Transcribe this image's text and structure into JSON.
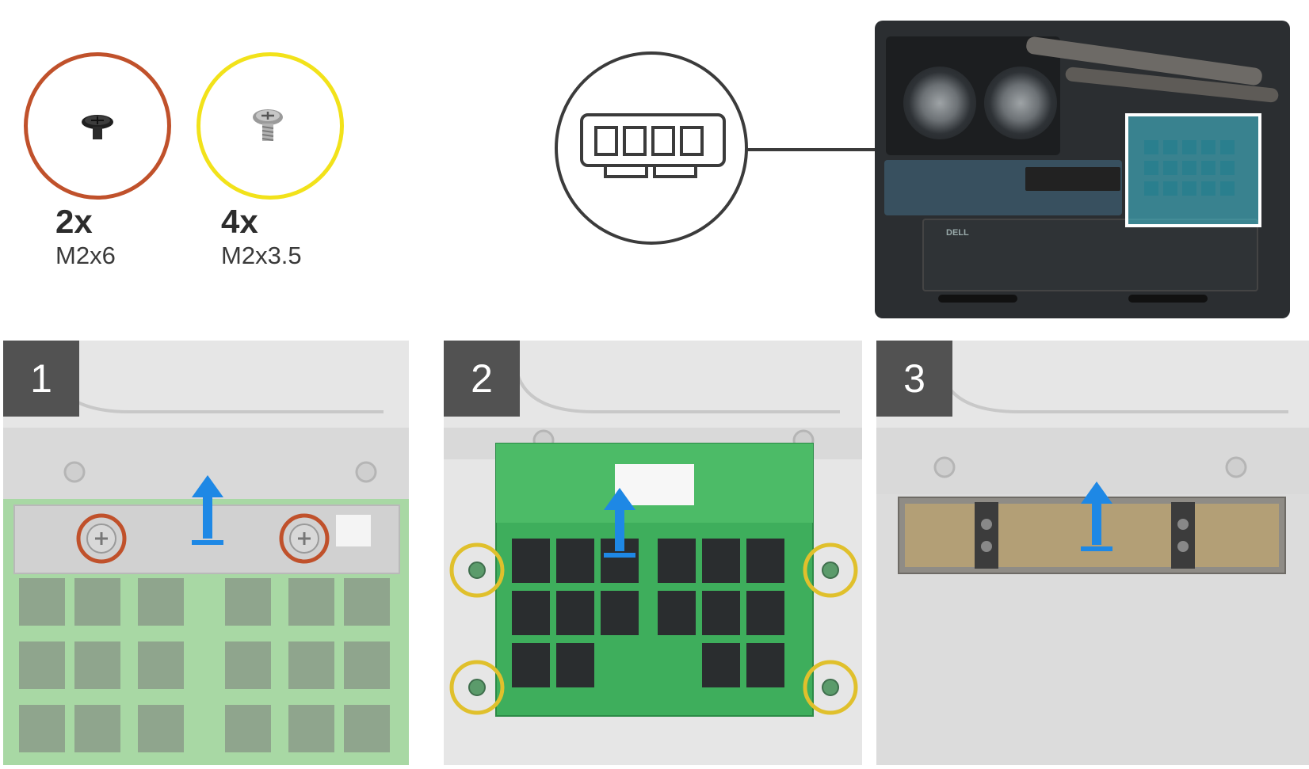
{
  "screws": [
    {
      "count": "2x",
      "size": "M2x6",
      "ring_color": "#c0512b"
    },
    {
      "count": "4x",
      "size": "M2x3.5",
      "ring_color": "#f2e21a"
    }
  ],
  "callout_icon": "memory-module-icon",
  "overview": {
    "highlight_color": "#46c8dc",
    "battery_label": "DELL"
  },
  "steps": [
    {
      "number": "1",
      "arrow_color": "#1e88e5",
      "action_icon": "lift-arrow-icon"
    },
    {
      "number": "2",
      "arrow_color": "#1e88e5",
      "action_icon": "lift-arrow-icon"
    },
    {
      "number": "3",
      "arrow_color": "#1e88e5",
      "action_icon": "lift-arrow-icon"
    }
  ]
}
